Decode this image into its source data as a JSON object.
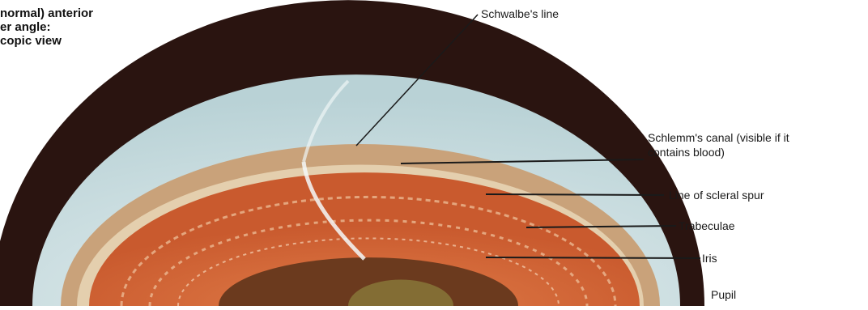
{
  "title": {
    "lines": [
      "normal) anterior",
      "er angle:",
      "copic view"
    ]
  },
  "labels": {
    "schwalbe": "Schwalbe's line",
    "schlemm_line1": "Schlemm's canal (visible if it",
    "schlemm_line2": "contains blood)",
    "scleral_spur": "Line of scleral spur",
    "trabeculae": "Trabeculae",
    "iris": "Iris",
    "pupil": "Pupil"
  },
  "colors": {
    "sclera_rim": "#2a1410",
    "cornea": "#c9dde0",
    "iris": "#d9703e",
    "trabecular_band": "#c9a27a",
    "pupil": "#6b3a1e",
    "leader_line": "#1a1a1a"
  }
}
